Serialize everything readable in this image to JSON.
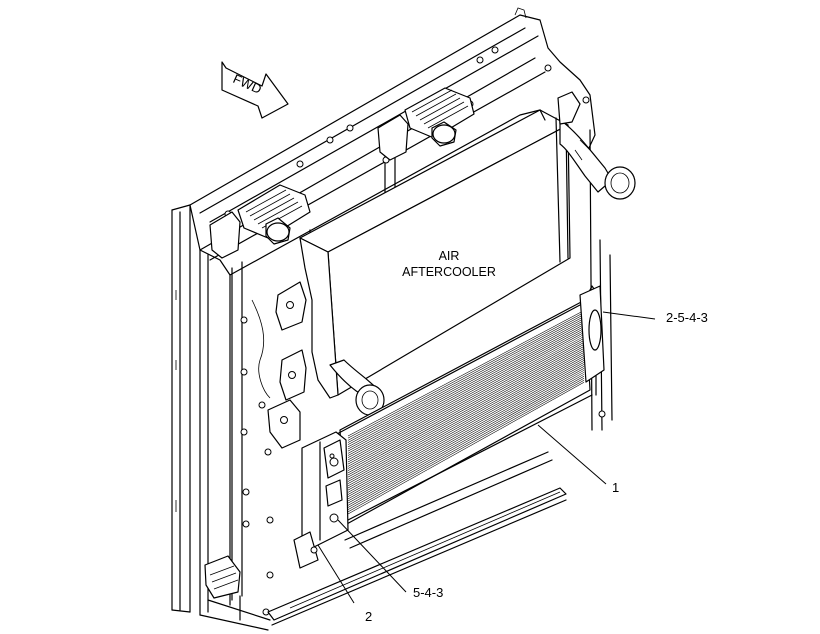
{
  "direction_arrow": {
    "label": "FWD"
  },
  "component_label": {
    "line1": "AIR",
    "line2": "AFTERCOOLER"
  },
  "callouts": [
    {
      "id": "oil-cooler-mount",
      "text": "2-5-4-3"
    },
    {
      "id": "oil-cooler",
      "text": "1"
    },
    {
      "id": "bolt-washer",
      "text": "5-4-3"
    },
    {
      "id": "bracket",
      "text": "2"
    }
  ]
}
